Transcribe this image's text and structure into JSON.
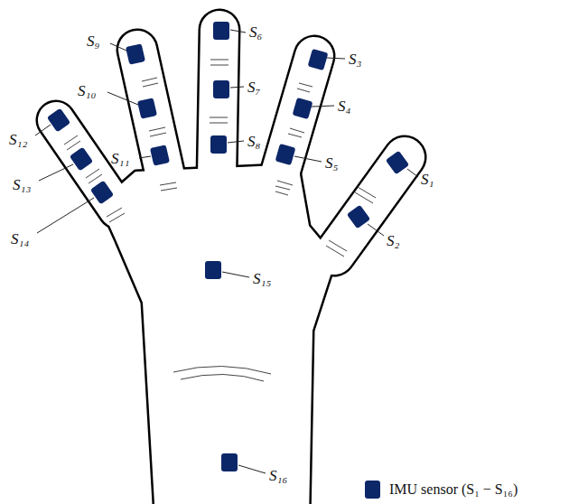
{
  "diagram": {
    "labels": [
      "S₁",
      "S₂",
      "S₃",
      "S₄",
      "S₅",
      "S₆",
      "S₇",
      "S₈",
      "S₉",
      "S₁₀",
      "S₁₁",
      "S₁₂",
      "S₁₃",
      "S₁₄",
      "S₁₅",
      "S₁₆"
    ],
    "legend": [
      {
        "text": "IMU sensor (S₁ − S₁₆)",
        "color": "#0c2768"
      }
    ]
  }
}
